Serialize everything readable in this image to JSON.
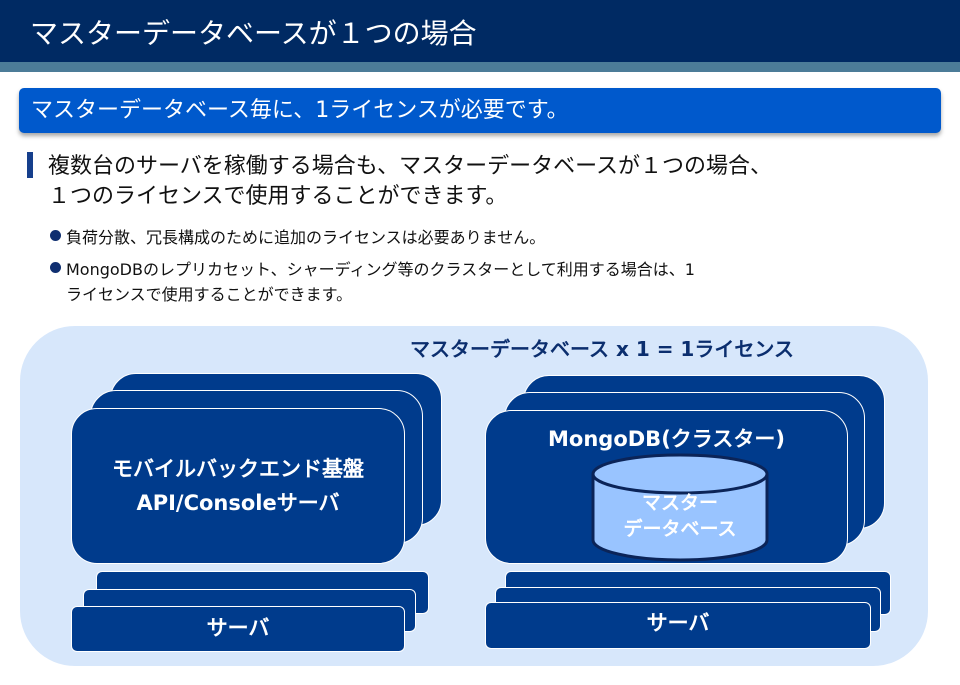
{
  "header": {
    "title": "マスターデータベースが１つの場合"
  },
  "banner": {
    "text": "マスターデータベース毎に、1ライセンスが必要です。"
  },
  "main_point": {
    "line1": "複数台のサーバを稼働する場合も、マスターデータベースが１つの場合、",
    "line2": "１つのライセンスで使用することができます。"
  },
  "sub_points": [
    {
      "line1": "負荷分散、冗長構成のために追加のライセンスは必要ありません。"
    },
    {
      "line1": "MongoDBのレプリカセット、シャーディング等のクラスターとして利用する場合は、1",
      "line2": "ライセンスで使用することができます。"
    }
  ],
  "diagram": {
    "label": "マスターデータベース x 1 = 1ライセンス",
    "left_card": {
      "line1": "モバイルバックエンド基盤",
      "line2": "API/Consoleサーバ"
    },
    "right_card": {
      "title": "MongoDB(クラスター)",
      "db_line1": "マスター",
      "db_line2": "データベース"
    },
    "left_server": "サーバ",
    "right_server": "サーバ"
  },
  "colors": {
    "header": "#002a63",
    "banner": "#0059cc",
    "card": "#003b8c",
    "panel": "#d7e7fb",
    "db": "#99c4ff"
  }
}
